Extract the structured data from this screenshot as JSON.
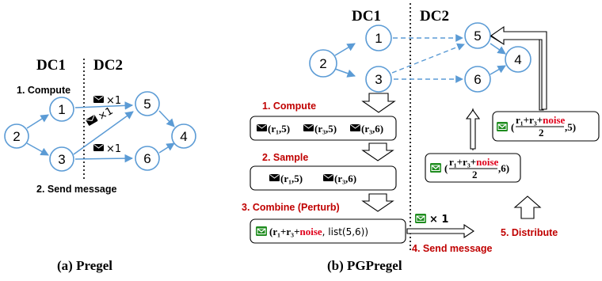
{
  "left": {
    "dc1": "DC1",
    "dc2": "DC2",
    "step_compute": "1. Compute",
    "step_send": "2. Send message",
    "nodes": [
      "2",
      "1",
      "3",
      "5",
      "6",
      "4"
    ],
    "msg_count": "×1",
    "caption": "(a)  Pregel"
  },
  "right": {
    "dc1": "DC1",
    "dc2": "DC2",
    "nodes": [
      "1",
      "2",
      "3",
      "5",
      "4",
      "6"
    ],
    "step_compute": "1. Compute",
    "step_sample": "2. Sample",
    "step_combine": "3. Combine (Perturb)",
    "step_send": "4. Send message",
    "step_distribute": "5. Distribute",
    "compute_msgs": [
      "(r₁,5)",
      "(r₃,5)",
      "(r₃,6)"
    ],
    "sample_msgs": [
      "(r₁,5)",
      "(r₃,6)"
    ],
    "combined_prefix": "(r₁+r₃+",
    "combined_noise": "noise",
    "combined_suffix": ", list(5,6))",
    "send_count": "× 1",
    "dist_num_prefix": "r₁+r₃+",
    "dist_noise": "noise",
    "dist_den": "2",
    "dist_target_6": ",6)",
    "dist_target_5": ",5)",
    "caption": "(b) PGPregel"
  },
  "colors": {
    "node_stroke": "#5b9bd5",
    "step_red": "#c00000",
    "envelope_green": "#1e8c1e",
    "noise_red": "#e0001b"
  }
}
